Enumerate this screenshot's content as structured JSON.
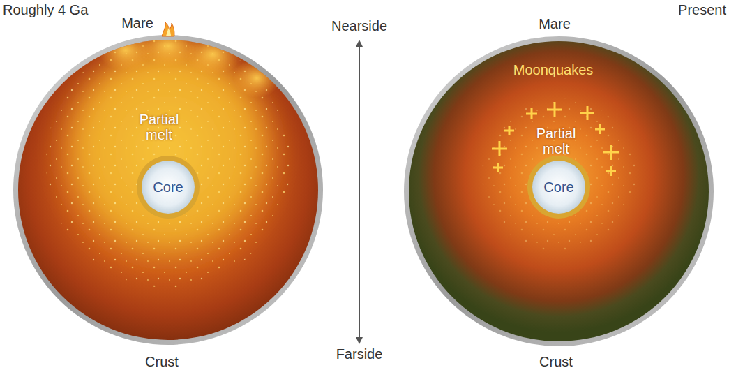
{
  "diagram": {
    "nodes": [
      {
        "text": [
          "Mare",
          "Partial melt",
          "Crust"
        ]
      },
      {
        "text": [
          "Core"
        ],
        "in": 0
      },
      {
        "text": [
          "Mare",
          "Moonquakes",
          "Partial melt",
          "Crust"
        ]
      },
      {
        "text": [
          "Core"
        ],
        "in": 2
      }
    ],
    "labels": [
      "Roughly 4 Ga",
      "Present",
      "Nearside",
      "Farside"
    ]
  }
}
